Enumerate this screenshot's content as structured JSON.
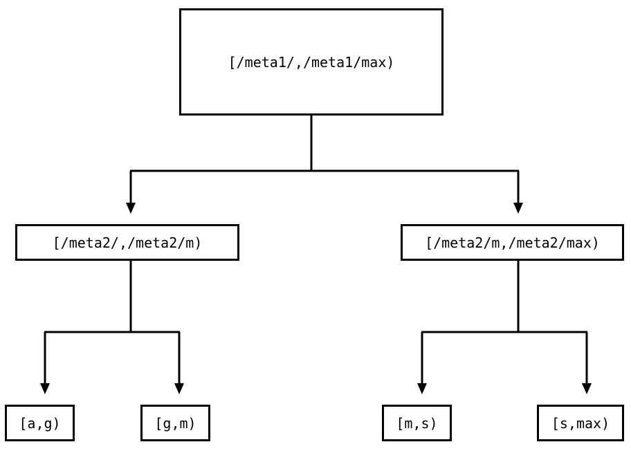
{
  "diagram": {
    "type": "tree",
    "orientation": "top-down",
    "title": "",
    "levels": 3,
    "colors": {
      "background": "#ffffff",
      "node_border": "#000000",
      "node_fill": "#ffffff",
      "text": "#000000",
      "edge": "#000000",
      "arrowhead": "#000000"
    },
    "nodes": {
      "root": {
        "id": "root",
        "label": "[/meta1/,/meta1/max)",
        "level": 0
      },
      "mid_left": {
        "id": "mid-left",
        "label": "[/meta2/,/meta2/m)",
        "level": 1
      },
      "mid_right": {
        "id": "mid-right",
        "label": "[/meta2/m,/meta2/max)",
        "level": 1
      },
      "leaves": [
        {
          "id": "leaf-a-g",
          "label": "[a,g)",
          "level": 2,
          "parent": "mid-left"
        },
        {
          "id": "leaf-g-m",
          "label": "[g,m)",
          "level": 2,
          "parent": "mid-left"
        },
        {
          "id": "leaf-m-s",
          "label": "[m,s)",
          "level": 2,
          "parent": "mid-right"
        },
        {
          "id": "leaf-s-max",
          "label": "[s,max)",
          "level": 2,
          "parent": "mid-right"
        }
      ]
    },
    "edges": [
      {
        "from": "root",
        "to": "mid-left",
        "arrow": "down"
      },
      {
        "from": "root",
        "to": "mid-right",
        "arrow": "down"
      },
      {
        "from": "mid-left",
        "to": "leaf-a-g",
        "arrow": "down"
      },
      {
        "from": "mid-left",
        "to": "leaf-g-m",
        "arrow": "down"
      },
      {
        "from": "mid-right",
        "to": "leaf-m-s",
        "arrow": "down"
      },
      {
        "from": "mid-right",
        "to": "leaf-s-max",
        "arrow": "down"
      }
    ]
  }
}
